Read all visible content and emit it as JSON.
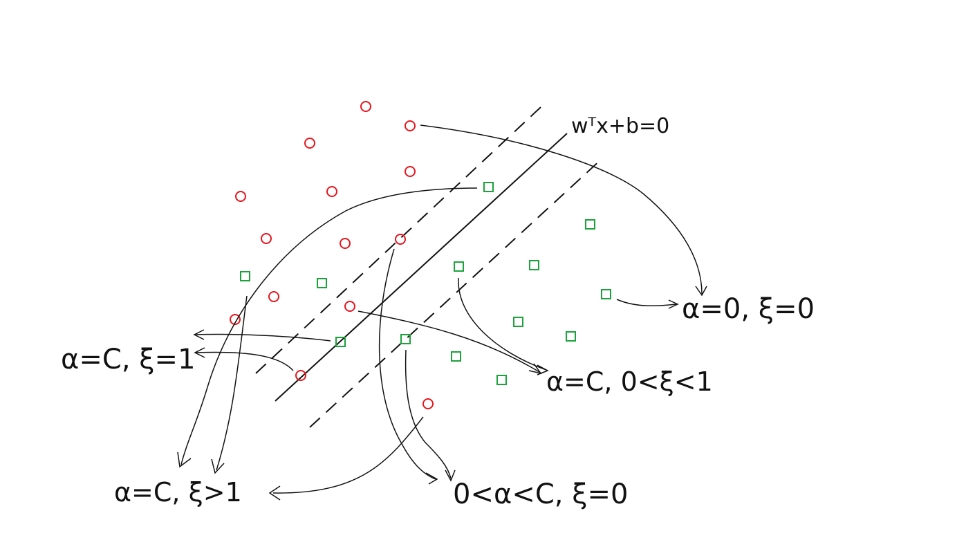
{
  "diagram": {
    "hyperplane_label": "wᵀx+b=0",
    "labels": {
      "alpha_zero": "α=0, ξ=0",
      "alpha_c_xi_one": "α=C, ξ=1",
      "alpha_c_xi_between": "α=C, 0<ξ<1",
      "alpha_c_xi_gt_one": "α=C, ξ>1",
      "alpha_between": "0<α<C, ξ=0"
    },
    "colors": {
      "circle": "#e8141c",
      "square": "#1aa33a",
      "ink": "#111111"
    },
    "point_classes": [
      "circle",
      "square"
    ]
  }
}
